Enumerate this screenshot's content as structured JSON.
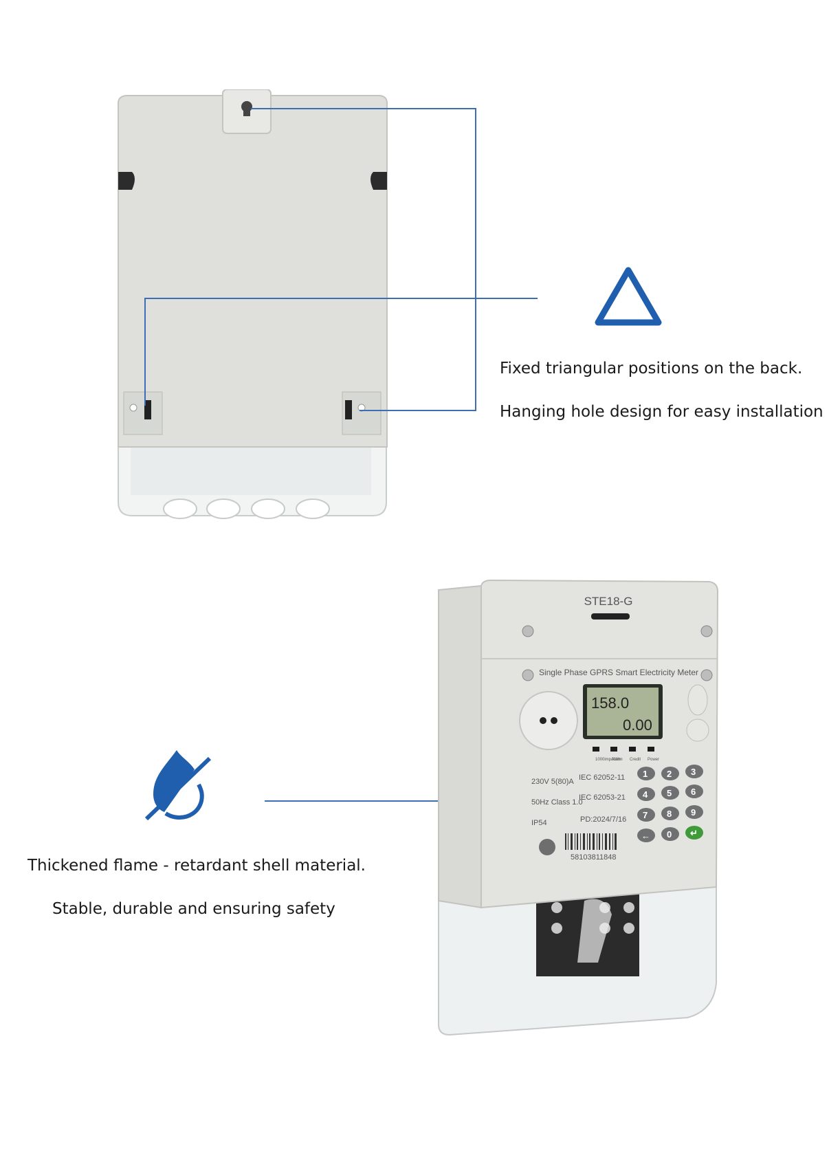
{
  "features": {
    "back": {
      "line1": "Fixed triangular positions on the back.",
      "line2": "Hanging hole design for easy installation",
      "icon": "triangle-icon"
    },
    "shell": {
      "line1": "Thickened flame - retardant shell material.",
      "line2": "Stable, durable and ensuring safety",
      "icon": "flame-water-icon"
    }
  },
  "meter": {
    "model": "STE18-G",
    "subtitle": "Single Phase GPRS Smart Electricity Meter",
    "lcd_top": "158.0",
    "lcd_bottom": "0.00",
    "indicators": [
      "1000imp/kWh",
      "Alarm",
      "Credit",
      "Power"
    ],
    "specs": {
      "rating": "230V 5(80)A",
      "freq_class": "50Hz Class 1.0",
      "ip": "IP54",
      "std1": "IEC 62052-11",
      "std2": "IEC 62053-21",
      "pd": "PD:2024/7/16"
    },
    "serial": "58103811848",
    "keys": [
      "1",
      "2",
      "3",
      "4",
      "5",
      "6",
      "7",
      "8",
      "9",
      "←",
      "0",
      "↵"
    ]
  },
  "colors": {
    "accent": "#1f5fae",
    "callout_line": "#3d6db5",
    "meter_body": "#e3e3df"
  }
}
